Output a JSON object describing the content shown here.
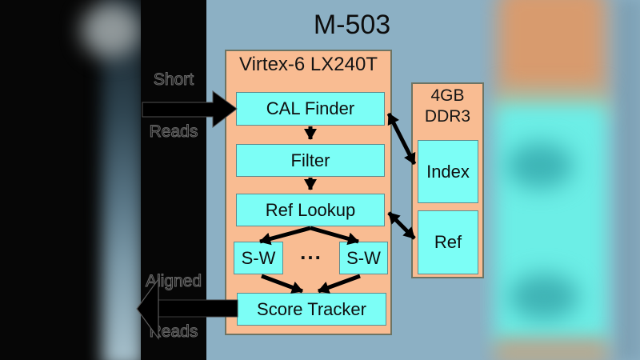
{
  "slide": {
    "title": "M-503"
  },
  "fpga": {
    "label": "Virtex-6 LX240T",
    "blocks": {
      "cal_finder": "CAL Finder",
      "filter": "Filter",
      "ref_lookup": "Ref Lookup",
      "sw_left": "S-W",
      "ellipsis": "...",
      "sw_right": "S-W",
      "score_tracker": "Score Tracker"
    }
  },
  "memory": {
    "label": "4GB DDR3",
    "blocks": {
      "index": "Index",
      "ref": "Ref"
    }
  },
  "io": {
    "input_word1": "Short",
    "input_word2": "Reads",
    "output_word1": "Aligned",
    "output_word2": "Reads"
  },
  "colors": {
    "slide_bg": "#8cb0c4",
    "panel_orange": "#f9bc92",
    "block_cyan": "#7cfef6",
    "bar_black": "#060606",
    "arrow_black": "#000000"
  }
}
